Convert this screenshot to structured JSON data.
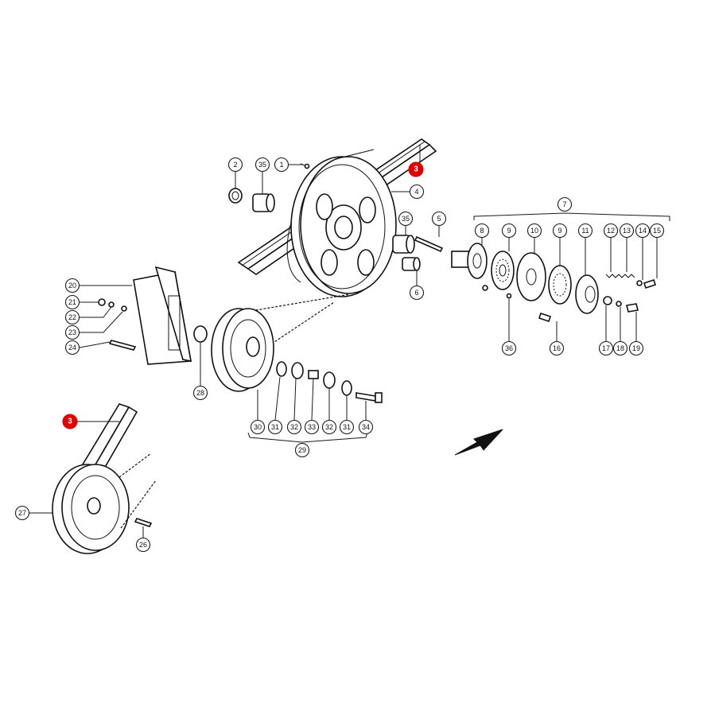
{
  "diagram": {
    "highlight_color": "#e00000",
    "line_color": "#111111",
    "callouts": [
      {
        "id": "c1",
        "label": "1"
      },
      {
        "id": "c2",
        "label": "2"
      },
      {
        "id": "c3a",
        "label": "3",
        "highlighted": true
      },
      {
        "id": "c3b",
        "label": "3",
        "highlighted": true
      },
      {
        "id": "c4",
        "label": "4"
      },
      {
        "id": "c5",
        "label": "5"
      },
      {
        "id": "c6",
        "label": "6"
      },
      {
        "id": "c7",
        "label": "7"
      },
      {
        "id": "c8",
        "label": "8"
      },
      {
        "id": "c9a",
        "label": "9"
      },
      {
        "id": "c9b",
        "label": "9"
      },
      {
        "id": "c10",
        "label": "10"
      },
      {
        "id": "c11",
        "label": "11"
      },
      {
        "id": "c12",
        "label": "12"
      },
      {
        "id": "c13",
        "label": "13"
      },
      {
        "id": "c14",
        "label": "14"
      },
      {
        "id": "c15",
        "label": "15"
      },
      {
        "id": "c16",
        "label": "16"
      },
      {
        "id": "c17",
        "label": "17"
      },
      {
        "id": "c18",
        "label": "18"
      },
      {
        "id": "c19",
        "label": "19"
      },
      {
        "id": "c20",
        "label": "20"
      },
      {
        "id": "c21",
        "label": "21"
      },
      {
        "id": "c22",
        "label": "22"
      },
      {
        "id": "c23",
        "label": "23"
      },
      {
        "id": "c24",
        "label": "24"
      },
      {
        "id": "c26",
        "label": "26"
      },
      {
        "id": "c27",
        "label": "27"
      },
      {
        "id": "c28",
        "label": "28"
      },
      {
        "id": "c29",
        "label": "29"
      },
      {
        "id": "c30",
        "label": "30"
      },
      {
        "id": "c31a",
        "label": "31"
      },
      {
        "id": "c31b",
        "label": "31"
      },
      {
        "id": "c32a",
        "label": "32"
      },
      {
        "id": "c32b",
        "label": "32"
      },
      {
        "id": "c33",
        "label": "33"
      },
      {
        "id": "c34",
        "label": "34"
      },
      {
        "id": "c35a",
        "label": "35"
      },
      {
        "id": "c35b",
        "label": "35"
      },
      {
        "id": "c36",
        "label": "36"
      }
    ]
  }
}
